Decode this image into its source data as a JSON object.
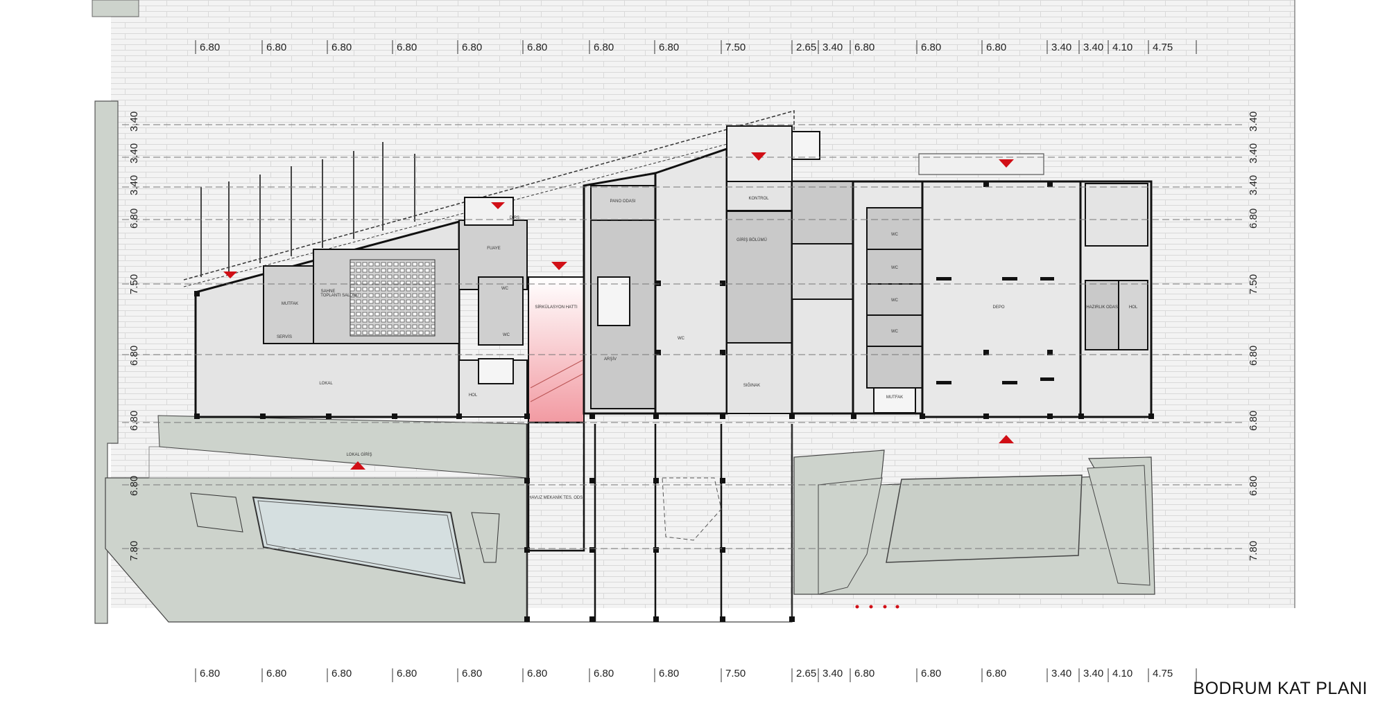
{
  "title": "BODRUM KAT PLANI",
  "dimensions": {
    "columns": [
      "6.80",
      "6.80",
      "6.80",
      "6.80",
      "6.80",
      "6.80",
      "6.80",
      "6.80",
      "7.50",
      "2.65",
      "3.40",
      "6.80",
      "6.80",
      "6.80",
      "3.40",
      "3.40",
      "4.10",
      "4.75"
    ],
    "rows": [
      "3.40",
      "3.40",
      "3.40",
      "6.80",
      "7.50",
      "6.80",
      "6.80",
      "6.80",
      "7.80"
    ]
  },
  "rooms": {
    "pano_odasi": "PANO ODASI",
    "toplanti": "TOPLANTI SALONU",
    "sahne": "SAHNE",
    "mutfak_left": "MUTFAK",
    "servis": "SERVİS",
    "fuaye": "FUAYE",
    "wc_left1": "WC",
    "wc_left2": "WC",
    "lokal": "LOKAL",
    "hol_left": "HOL",
    "sirkulasyon": "SİRKÜLASYON HATTI",
    "arsiv": "ARŞİV",
    "wc_mid": "WC",
    "giris": "GİRİŞ BÖLÜMÜ",
    "sginak": "SIĞINAK",
    "kontrol": "KONTROL",
    "depo": "DEPO",
    "hazirlik": "HAZIRLIK ODASI",
    "hol_right": "HOL",
    "mutfak_right": "MUTFAK",
    "wc_r1": "WC",
    "wc_r2": "WC",
    "wc_r3": "WC",
    "wc_r4": "WC",
    "lokal_giris": "LOKAL GİRİŞ",
    "havuz": "HAVUZ MEKANİK TES. ODS.",
    "dirs": "DİRS"
  },
  "colors": {
    "paving": "#f2f2f2",
    "landscape": "#cdd3cc",
    "room_gray": "#c9c9c9",
    "room_light": "#e4e4e4",
    "pool": "#d5dfe0",
    "wall": "#111111",
    "entry_marker": "#d10f16",
    "circulation": "#f4b9bd"
  }
}
